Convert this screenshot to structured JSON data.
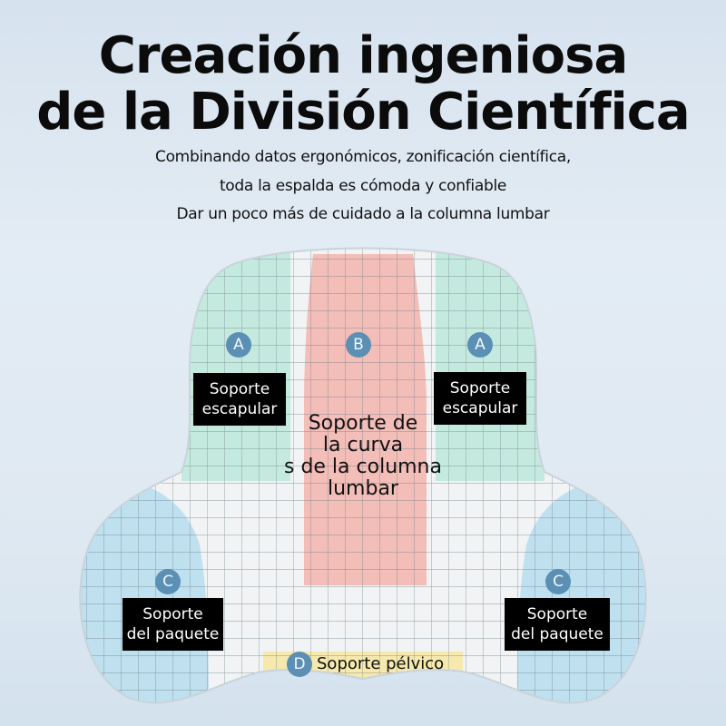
{
  "header": {
    "title_line1": "Creación ingeniosa",
    "title_line2": "de la División Científica",
    "subtitle_lines": [
      "Combinando datos ergonómicos, zonificación científica,",
      "toda la espalda es cómoda y confiable",
      "Dar un poco más de cuidado a la columna lumbar"
    ]
  },
  "pillow": {
    "zones": {
      "A": {
        "badge": "A",
        "color": "#bfe8dc",
        "label_line1": "Soporte",
        "label_line2": "escapular"
      },
      "B": {
        "badge": "B",
        "color": "#f3b9b4",
        "label": "Soporte de\nla curva\ns de la columna\nlumbar"
      },
      "C": {
        "badge": "C",
        "color": "#b9dcec",
        "label_line1": "Soporte",
        "label_line2": "del paquete"
      },
      "D": {
        "badge": "D",
        "color": "#f5e6a6",
        "label": "Soporte pélvico"
      }
    },
    "badge_color": "#5b8fb4"
  }
}
